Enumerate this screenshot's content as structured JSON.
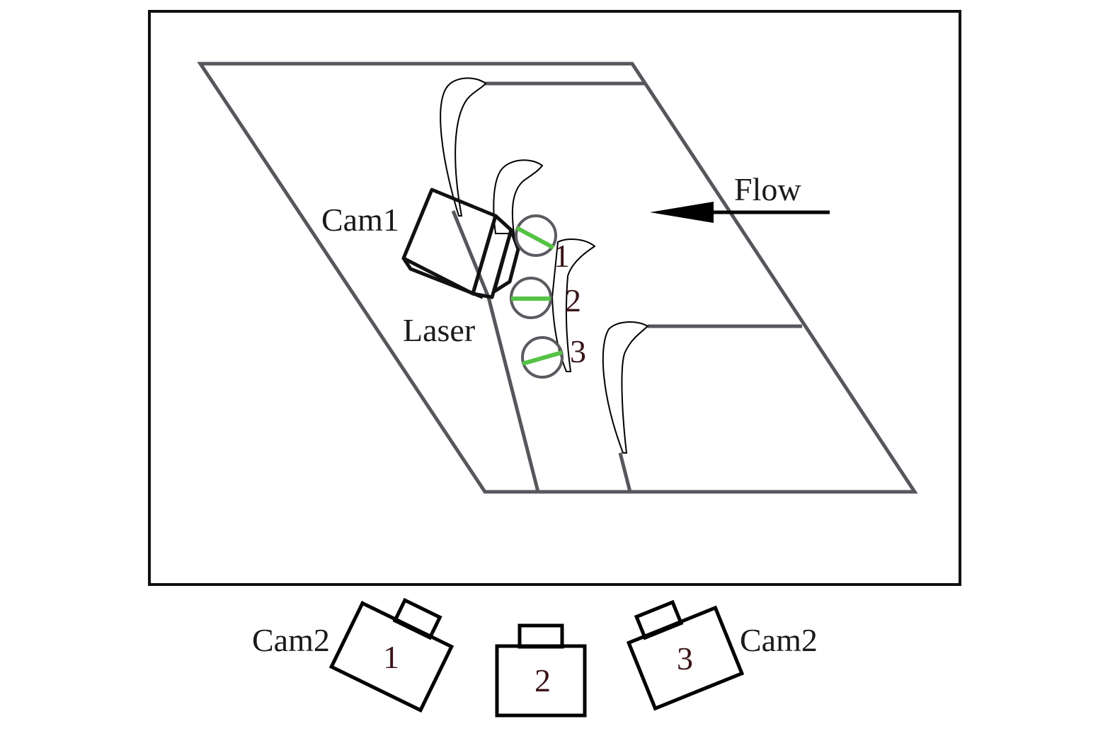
{
  "diagram": {
    "title": "Cascade test section with laser and camera setup",
    "labels": {
      "flow": "Flow",
      "cam1": "Cam1",
      "laser": "Laser",
      "cam2_left": "Cam2",
      "cam2_right": "Cam2"
    },
    "measurement_points": [
      {
        "id": "1",
        "label": "1"
      },
      {
        "id": "2",
        "label": "2"
      },
      {
        "id": "3",
        "label": "3"
      }
    ],
    "cam2_units": [
      {
        "id": "1",
        "label": "1"
      },
      {
        "id": "2",
        "label": "2"
      },
      {
        "id": "3",
        "label": "3"
      }
    ],
    "colors": {
      "frame": "#111111",
      "passage_wall": "#56575c",
      "blade_outline": "#000000",
      "laser_sheet": "#56c246",
      "point_circle": "#5a5a60",
      "number_text": "#3a1418",
      "label_text": "#1a1a1a"
    }
  }
}
